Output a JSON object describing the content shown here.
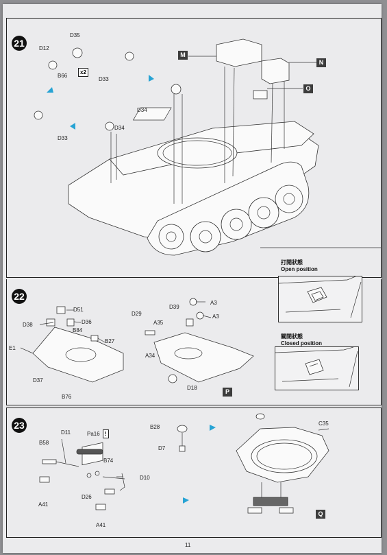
{
  "page_number": "11",
  "steps": [
    {
      "number": "21",
      "parts": [
        "D12",
        "D35",
        "B66",
        "D33",
        "D34",
        "D33",
        "D34"
      ],
      "multiplier": "x2",
      "callouts": [
        "M",
        "N",
        "O"
      ],
      "positions": [
        {
          "title_cn": "打開狀態",
          "title_en": "Open position"
        },
        {
          "title_cn": "關閉狀態",
          "title_en": "Closed position"
        }
      ]
    },
    {
      "number": "22",
      "parts": [
        "D51",
        "D38",
        "D36",
        "B84",
        "B27",
        "E1",
        "D37",
        "B76",
        "D29",
        "D39",
        "A3",
        "A3",
        "A35",
        "A34",
        "D18"
      ],
      "callout": "P"
    },
    {
      "number": "23",
      "parts": [
        "D11",
        "B58",
        "Pa16",
        "B74",
        "D10",
        "D26",
        "A41",
        "A41",
        "B28",
        "D7",
        "C35"
      ],
      "callout": "Q",
      "warning": "!"
    }
  ],
  "arrow_color": "#27a3d4"
}
